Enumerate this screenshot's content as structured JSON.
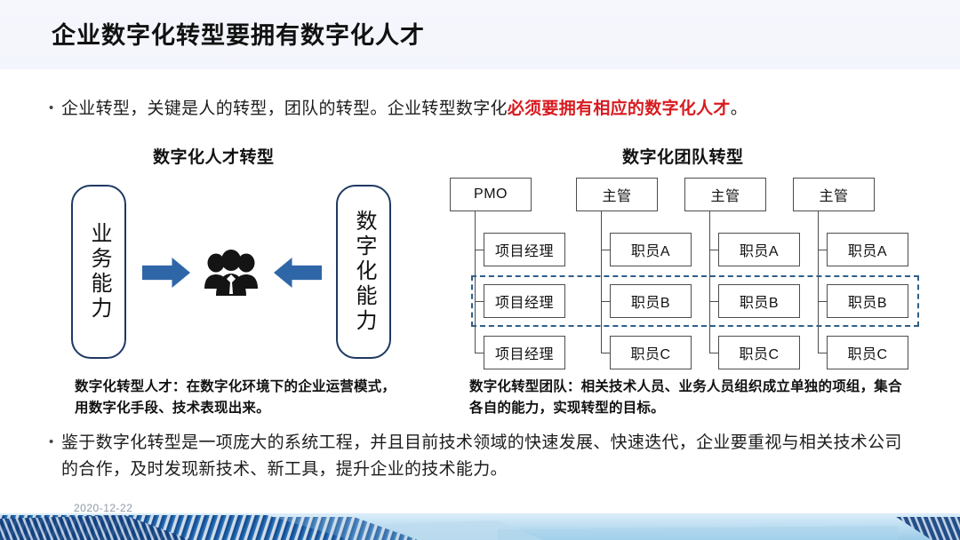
{
  "slide": {
    "title": "企业数字化转型要拥有数字化人才",
    "date": "2020-12-22",
    "bullet_marker": "•"
  },
  "bullets": [
    {
      "text_before": "企业转型，关键是人的转型，团队的转型。企业转型数字化",
      "text_emphasis": "必须要拥有相应的数字化人才",
      "text_after": "。"
    },
    {
      "text": "鉴于数字化转型是一项庞大的系统工程，并且目前技术领域的快速发展、快速迭代，企业要重视与相关技术公司的合作，及时发现新技术、新工具，提升企业的技术能力。"
    }
  ],
  "left_panel": {
    "heading": "数字化人才转型",
    "box_left_label": "业务能力",
    "box_right_label": "数字化能力",
    "center_icon": "people-group-icon",
    "arrow_left_to_center": "arrow-right-icon",
    "arrow_right_to_center": "arrow-left-icon",
    "caption": "数字化转型人才：在数字化环境下的企业运营模式，用数字化手段、技术表现出来。"
  },
  "right_panel": {
    "heading": "数字化团队转型",
    "caption": "数字化转型团队：相关技术人员、业务人员组织成立单独的项组，集合各自的能力，实现转型的目标。",
    "columns": [
      {
        "root": "PMO",
        "children": [
          "项目经理",
          "项目经理",
          "项目经理"
        ]
      },
      {
        "root": "主管",
        "children": [
          "职员A",
          "职员B",
          "职员C"
        ]
      },
      {
        "root": "主管",
        "children": [
          "职员A",
          "职员B",
          "职员C"
        ]
      },
      {
        "root": "主管",
        "children": [
          "职员A",
          "职员B",
          "职员C"
        ]
      }
    ],
    "highlight_row_index": 1,
    "highlight_style": "dashed-rectangle"
  },
  "colors": {
    "header_background": "#f5f7fd",
    "title_text": "#111111",
    "emphasis_red": "#d71b20",
    "capability_box_border": "#1f3864",
    "arrow_blue": "#2f66a8",
    "org_box_border": "#4d4d4d",
    "highlight_dashed": "#2e5f8a",
    "footer_blue": "#a9d4ec",
    "footer_date_text": "#8f9aa6"
  }
}
